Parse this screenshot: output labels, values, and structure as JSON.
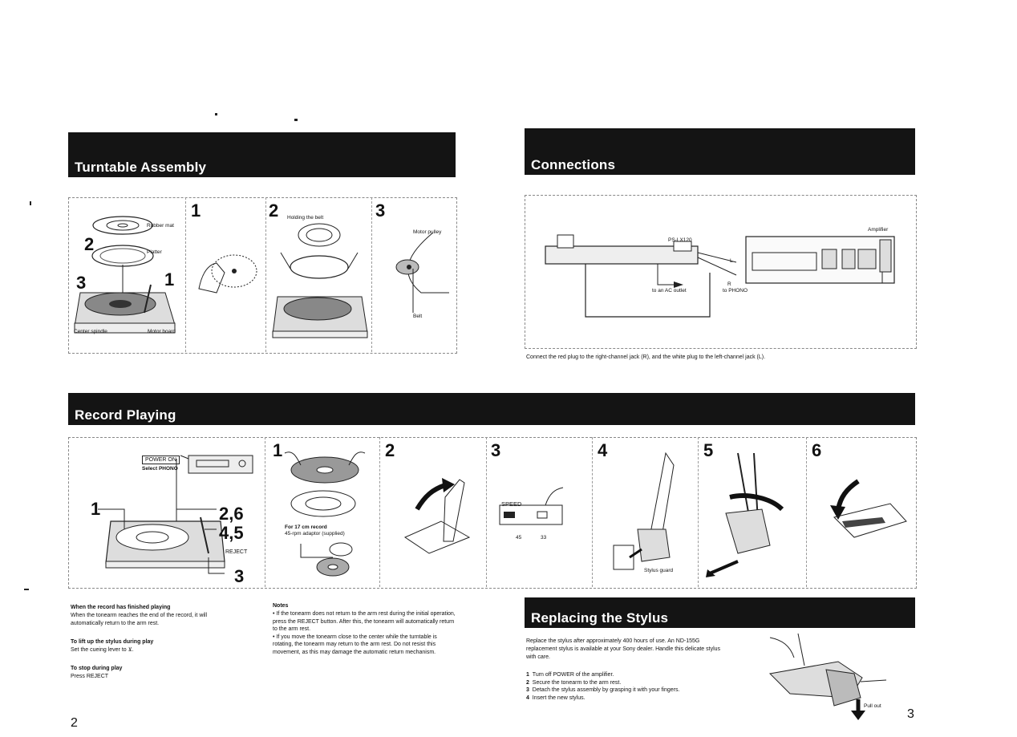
{
  "headers": {
    "turntable": "Turntable Assembly",
    "connections": "Connections",
    "record_playing": "Record Playing",
    "replacing": "Replacing the Stylus"
  },
  "assembly": {
    "labels": {
      "rubber_mat": "Rubber mat",
      "platter": "Platter",
      "center_spindle": "Center spindle",
      "motor_board": "Motor board",
      "holding_belt": "Holding the belt",
      "motor_pulley": "Motor pulley",
      "belt": "Belt"
    },
    "callouts": {
      "c2": "2",
      "c3": "3",
      "c1": "1"
    },
    "steps": [
      "1",
      "2",
      "3"
    ]
  },
  "connections": {
    "model": "PS-LX120",
    "amplifier": "Amplifier",
    "ac_outlet": "to an AC outlet",
    "to_phono": "to PHONO",
    "l": "L",
    "r": "R",
    "caption": "Connect the red plug to the right-channel jack (R), and the white plug to the left-channel jack (L)."
  },
  "playing": {
    "power_on": "POWER ON",
    "select_phono": "Select PHONO",
    "callouts": {
      "one": "1",
      "two_six": "2,6",
      "four_five": "4,5",
      "reject": "REJECT",
      "three": "3"
    },
    "record_17cm": "For 17 cm record",
    "adaptor": "45-rpm adaptor (supplied)",
    "speed": "SPEED",
    "speed_45": "45",
    "speed_33": "33",
    "stylus_guard": "Stylus guard",
    "steps": [
      "1",
      "2",
      "3",
      "4",
      "5",
      "6"
    ]
  },
  "left_text": {
    "finished_title": "When the record has finished playing",
    "finished_body": "When the tonearm reaches the end of the record, it will automatically return to the arm rest.",
    "lift_title": "To lift up the stylus during play",
    "lift_body": "Set the cueing lever to ⊻.",
    "stop_title": "To stop during play",
    "stop_body": "Press REJECT",
    "notes_title": "Notes",
    "notes": [
      "If the tonearm does not return to the arm rest during the initial operation, press the REJECT button. After this, the tonearm will automatically return to the arm rest.",
      "If you move the tonearm close to the center while the turntable is rotating, the tonearm may return to the arm rest. Do not resist this movement, as this may damage the automatic return mechanism."
    ]
  },
  "stylus": {
    "intro": "Replace the stylus after approximately 400 hours of use. An ND-155G replacement stylus is available at your Sony dealer. Handle this delicate stylus with care.",
    "steps": [
      {
        "n": "1",
        "text": "Turn off POWER of the amplifier."
      },
      {
        "n": "2",
        "text": "Secure the tonearm to the arm rest."
      },
      {
        "n": "3",
        "text": "Detach the stylus assembly by grasping it with your fingers."
      },
      {
        "n": "4",
        "text": "Insert the new stylus."
      }
    ],
    "pull_out": "Pull out"
  },
  "pages": {
    "left": "2",
    "right": "3"
  }
}
